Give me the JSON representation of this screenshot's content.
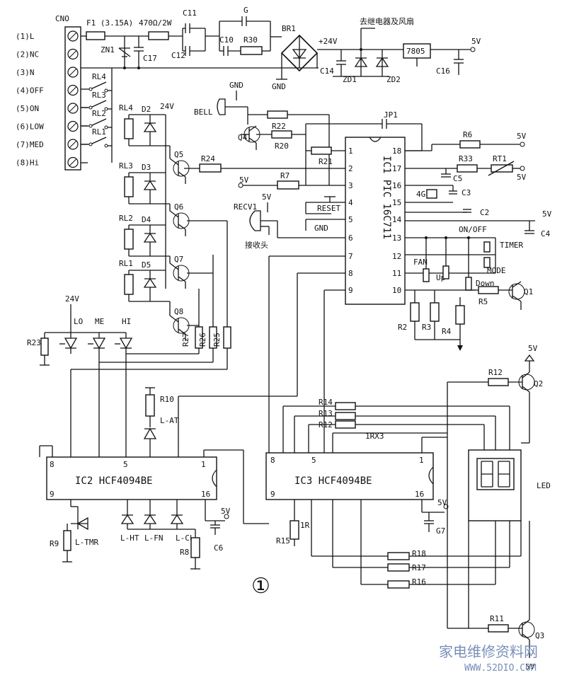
{
  "connector": {
    "title": "CNO",
    "pins": [
      "(1)L",
      "(2)NC",
      "(3)N",
      "(4)OFF",
      "(5)ON",
      "(6)LOW",
      "(7)MED",
      "(8)Hi"
    ]
  },
  "power": {
    "fuse": "F1 (3.15A)",
    "resistor": "470Ω/2W",
    "zn1": "ZN1",
    "c17": "C17",
    "c11": "C11",
    "c12": "C12",
    "c10": "C10",
    "g": "G",
    "r30": "R30",
    "br1": "BR1",
    "v24": "+24V",
    "relay_note": "去继电器及风扇",
    "reg": "7805",
    "v5": "5V",
    "c14": "C14",
    "zd1": "ZD1",
    "zd2": "ZD2",
    "c16": "C16",
    "gnd": "GND"
  },
  "relays": {
    "rl_labels": [
      "RL4",
      "RL3",
      "RL2",
      "RL1"
    ],
    "coils": [
      "RL4",
      "RL3",
      "RL2",
      "RL1"
    ],
    "diodes": [
      "D2",
      "D3",
      "D4",
      "D5"
    ],
    "v24": "24V",
    "transistors": [
      "Q5",
      "Q6",
      "Q7",
      "Q8"
    ],
    "r24": "R24",
    "r7": "R7",
    "v5": "5V"
  },
  "top_logic": {
    "gnd": "GND",
    "bell": "BELL",
    "q4": "Q4",
    "r22": "R22",
    "r20": "R20",
    "r21": "R21",
    "jp1": "JP1",
    "recv": "RECV1",
    "recv_cn": "接收头",
    "v5": "5V",
    "reset": "RESET",
    "gnd2": "GND"
  },
  "ic1": {
    "label": "IC1 PIC 16C711",
    "left_pins": [
      "1",
      "2",
      "3",
      "4",
      "5",
      "6",
      "7",
      "8",
      "9"
    ],
    "right_pins": [
      "18",
      "17",
      "16",
      "15",
      "14",
      "13",
      "12",
      "11",
      "10"
    ]
  },
  "right_parts": {
    "r6": "R6",
    "r33": "R33",
    "rt1": "RT1",
    "c5": "C5",
    "xtal": "4G",
    "c3": "C3",
    "c2": "C2",
    "c4": "C4",
    "v5a": "5V",
    "v5b": "5V",
    "v5c": "5V",
    "onoff": "ON/OFF",
    "timer": "TIMER",
    "mode": "MODE",
    "fan": "FAN",
    "up": "Up",
    "down": "Down",
    "r5": "R5",
    "q1": "Q1",
    "r2": "R2",
    "r3": "R3",
    "r4": "R4"
  },
  "leds_left": {
    "v24": "24V",
    "labels": [
      "LO",
      "ME",
      "HI"
    ],
    "r23": "R23",
    "r27": "R27",
    "r26": "R26",
    "r25": "R25",
    "r10": "R10",
    "lat": "L-AT"
  },
  "ic2": {
    "label": "IC2 HCF4094BE",
    "pin8": "8",
    "pin5": "5",
    "pin1": "1",
    "pin9": "9",
    "pin16": "16",
    "r9": "R9",
    "ltmr": "L-TMR",
    "lht": "L-HT",
    "lfn": "L-FN",
    "lcl": "L-CL",
    "r8": "R8",
    "c6": "C6",
    "v5": "5V"
  },
  "ic3": {
    "label": "IC3 HCF4094BE",
    "pin8": "8",
    "pin5": "5",
    "pin1": "1",
    "pin9": "9",
    "pin16": "16",
    "r14": "R14",
    "r13": "R13",
    "r12": "R12",
    "rx3": "1RX3",
    "r15": "R15",
    "r1r": "1R",
    "g7": "G7",
    "v5": "5V",
    "r18": "R18",
    "r17": "R17",
    "r16": "R16"
  },
  "display": {
    "r12": "R12",
    "q2": "Q2",
    "v5": "5V",
    "led": "LED",
    "r11": "R11",
    "q3": "Q3",
    "v5b": "5V"
  },
  "figure_number": "①",
  "watermark": {
    "cn": "家电维修资料网",
    "url": "WWW.52DIO.COM"
  }
}
